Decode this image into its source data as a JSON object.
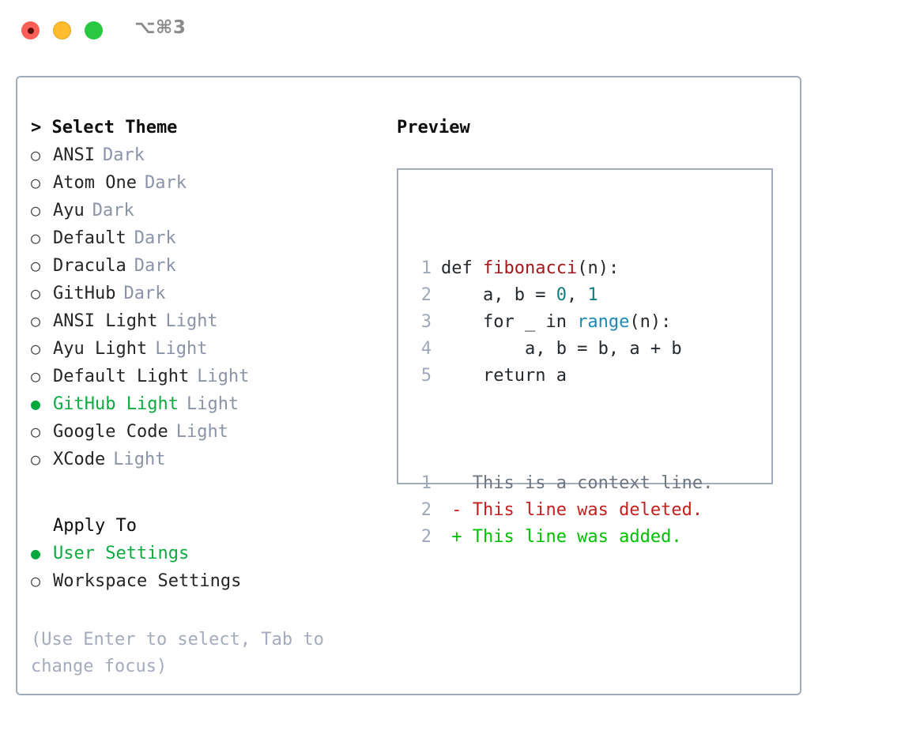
{
  "titlebar": {
    "shortcut": "⌥⌘3",
    "lights": [
      "close-red",
      "minimize-yellow",
      "zoom-green"
    ]
  },
  "theme_picker": {
    "heading": "> Select Theme",
    "bullet_on": "●",
    "bullet_off": "○",
    "items": [
      {
        "label": "ANSI",
        "variant": "Dark",
        "selected": false
      },
      {
        "label": "Atom One",
        "variant": "Dark",
        "selected": false
      },
      {
        "label": "Ayu",
        "variant": "Dark",
        "selected": false
      },
      {
        "label": "Default",
        "variant": "Dark",
        "selected": false
      },
      {
        "label": "Dracula",
        "variant": "Dark",
        "selected": false
      },
      {
        "label": "GitHub",
        "variant": "Dark",
        "selected": false
      },
      {
        "label": "ANSI Light",
        "variant": "Light",
        "selected": false
      },
      {
        "label": "Ayu Light",
        "variant": "Light",
        "selected": false
      },
      {
        "label": "Default Light",
        "variant": "Light",
        "selected": false
      },
      {
        "label": "GitHub Light",
        "variant": "Light",
        "selected": true
      },
      {
        "label": "Google Code",
        "variant": "Light",
        "selected": false
      },
      {
        "label": "XCode",
        "variant": "Light",
        "selected": false
      }
    ]
  },
  "apply_to": {
    "heading": "Apply To",
    "items": [
      {
        "label": "User Settings",
        "selected": true
      },
      {
        "label": "Workspace Settings",
        "selected": false
      }
    ]
  },
  "hint": "(Use Enter to select, Tab to change focus)",
  "preview": {
    "title": "Preview",
    "code_lines": [
      {
        "num": "1",
        "tokens": [
          {
            "t": "def ",
            "k": "kw"
          },
          {
            "t": "fibonacci",
            "k": "fn"
          },
          {
            "t": "(n):",
            "k": "plain"
          }
        ]
      },
      {
        "num": "2",
        "tokens": [
          {
            "t": "    a, b = ",
            "k": "plain"
          },
          {
            "t": "0",
            "k": "num"
          },
          {
            "t": ", ",
            "k": "plain"
          },
          {
            "t": "1",
            "k": "num"
          }
        ]
      },
      {
        "num": "3",
        "tokens": [
          {
            "t": "    for _ in ",
            "k": "kw"
          },
          {
            "t": "range",
            "k": "call"
          },
          {
            "t": "(n):",
            "k": "plain"
          }
        ]
      },
      {
        "num": "4",
        "tokens": [
          {
            "t": "        a, b = b, a + b",
            "k": "plain"
          }
        ]
      },
      {
        "num": "5",
        "tokens": [
          {
            "t": "    return a",
            "k": "plain"
          }
        ]
      }
    ],
    "diff_lines": [
      {
        "num": "1",
        "marker": " ",
        "text": " This is a context line.",
        "kind": "ctx"
      },
      {
        "num": "2",
        "marker": "-",
        "text": " This line was deleted.",
        "kind": "del"
      },
      {
        "num": "2",
        "marker": "+",
        "text": " This line was added.",
        "kind": "add"
      }
    ]
  },
  "colors": {
    "accent_green": "#0bab3f",
    "muted": "#8b93a8",
    "border": "#a3acbd",
    "fn_red": "#a3181c",
    "num_teal": "#0f7f7f",
    "call_blue": "#1c8ab8",
    "diff_del": "#c32020",
    "diff_add": "#00c000",
    "light_red": "#ff5f57",
    "light_yellow": "#febc2e",
    "light_green": "#28c840"
  }
}
